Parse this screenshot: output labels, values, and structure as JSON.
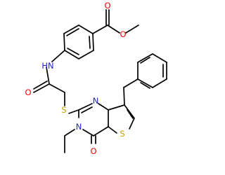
{
  "colors": {
    "bond": "#000000",
    "oxygen": "#ff0000",
    "nitrogen": "#1f1fd2",
    "sulfur": "#c8a000",
    "background": "#ffffff"
  },
  "molecule": {
    "atoms": {
      "ester_carbonyl_o": "O",
      "ester_ether_o": "O",
      "amide_n": "HN",
      "amide_o": "O",
      "thioether_s": "S",
      "ring_n_upper": "N",
      "ring_n_lower": "N",
      "ring_o": "O",
      "thiophene_s": "S"
    }
  }
}
